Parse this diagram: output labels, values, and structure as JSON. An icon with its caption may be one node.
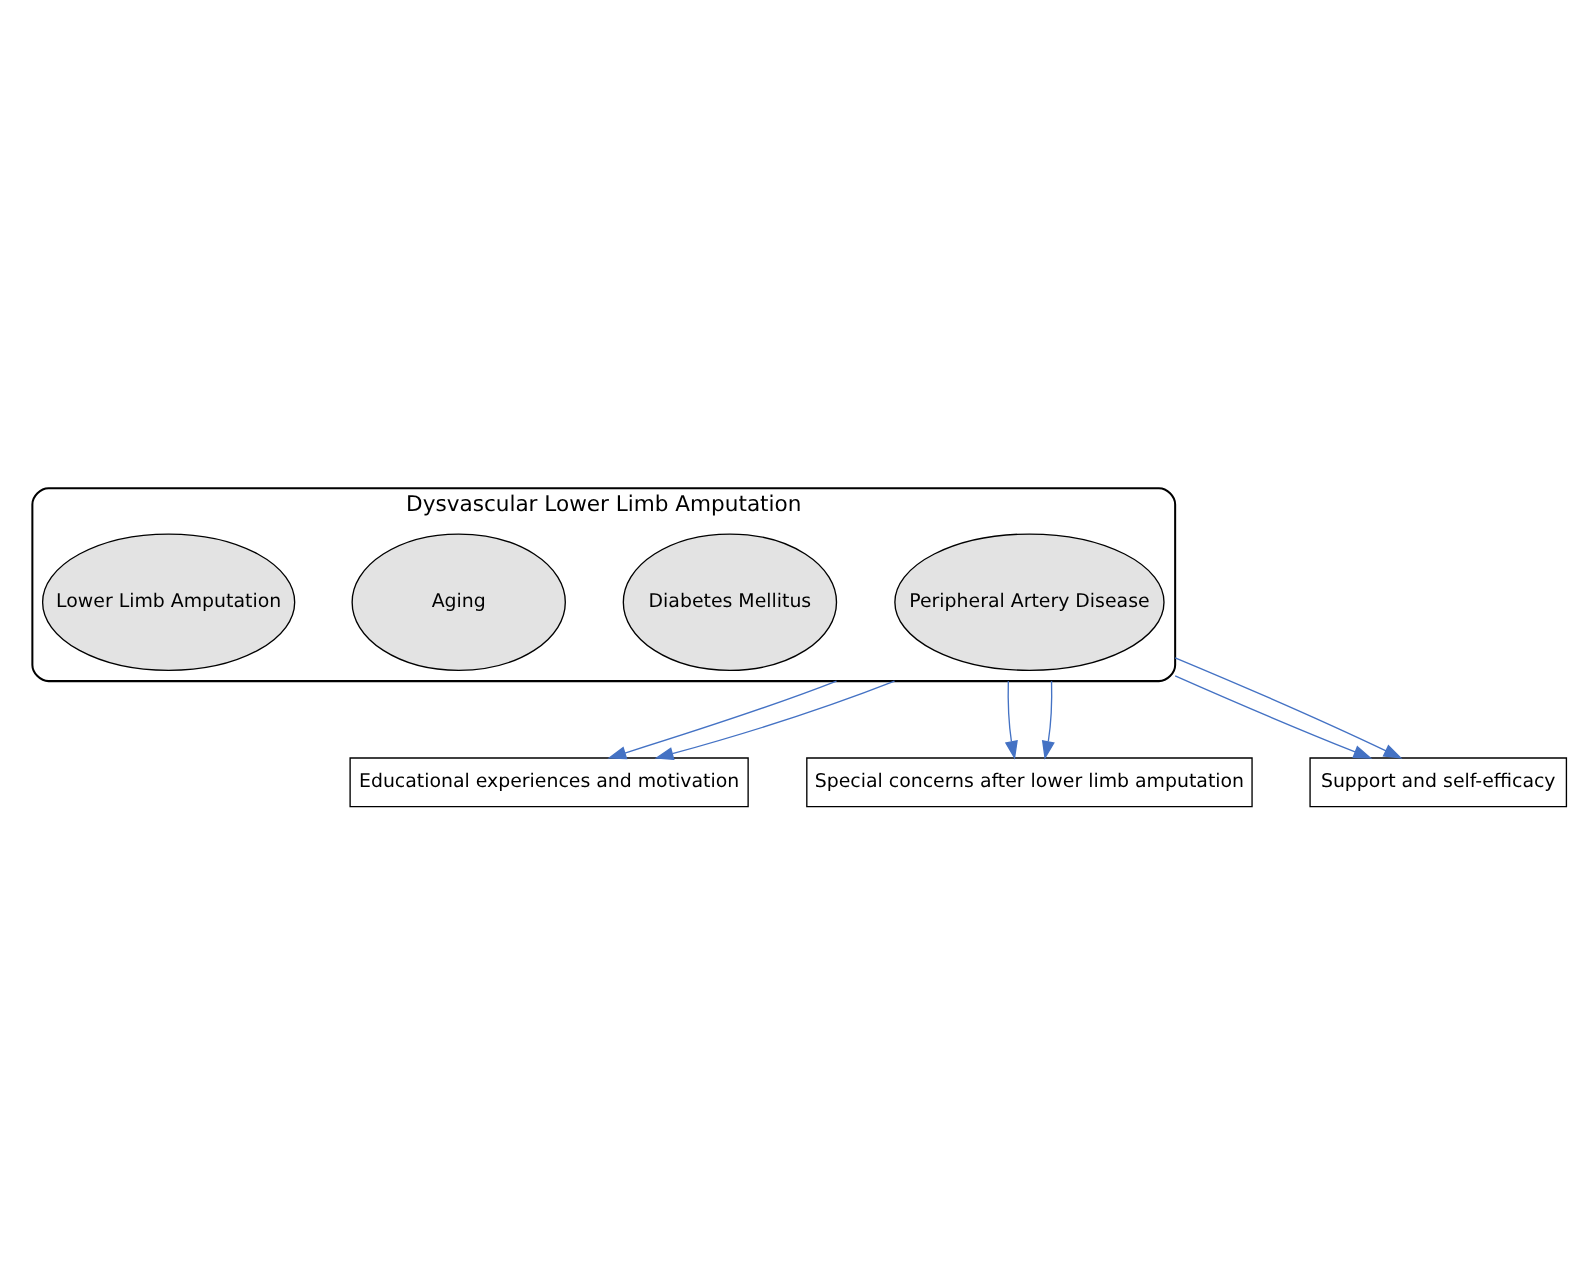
{
  "diagram": {
    "nodes": [
      {
        "text": [
          "Dysvascular Lower Limb Amputation"
        ]
      },
      {
        "text": [
          "Peripheral Artery Disease"
        ],
        "in": 0
      },
      {
        "text": [
          "Diabetes Mellitus"
        ],
        "in": 0
      },
      {
        "text": [
          "Aging"
        ],
        "in": 0
      },
      {
        "text": [
          "Lower Limb Amputation"
        ],
        "in": 0
      },
      {
        "text": [
          "Educational experiences and motivation"
        ]
      },
      {
        "text": [
          "Special concerns after lower limb amputation"
        ]
      },
      {
        "text": [
          "Support and self-efficacy"
        ]
      }
    ],
    "edges": [
      {
        "from": 0,
        "to": 5,
        "arrow": "to"
      },
      {
        "from": 0,
        "to": 5,
        "arrow": "to"
      },
      {
        "from": 0,
        "to": 6,
        "arrow": "to"
      },
      {
        "from": 0,
        "to": 6,
        "arrow": "to"
      },
      {
        "from": 0,
        "to": 7,
        "arrow": "to"
      },
      {
        "from": 0,
        "to": 7,
        "arrow": "to"
      }
    ]
  }
}
